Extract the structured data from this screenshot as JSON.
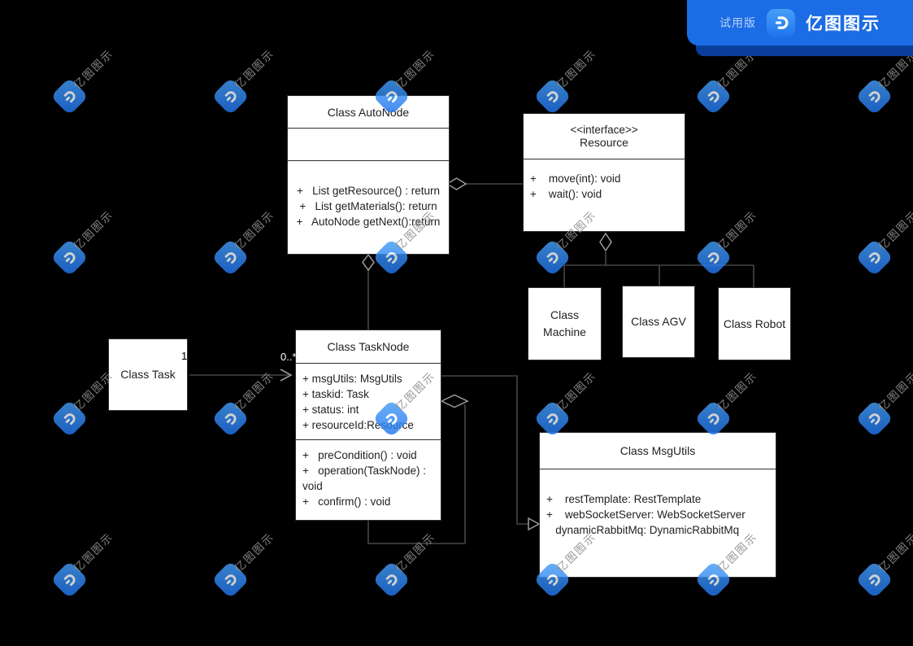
{
  "badge": {
    "trial_label": "试用版",
    "app_name": "亿图图示"
  },
  "watermark": {
    "text": "亿图图示"
  },
  "labels": {
    "task_multiplicity": "1",
    "tasknode_multiplicity": "0..*"
  },
  "classes": {
    "autonode": {
      "title": "Class AutoNode",
      "attributes": [],
      "methods": [
        "+   List getResource() : return",
        "+   List getMaterials(): return",
        "+   AutoNode getNext():return"
      ]
    },
    "resource": {
      "stereotype": "<<interface>>",
      "title": "Resource",
      "methods": [
        "+    move(int): void",
        "+    wait(): void"
      ]
    },
    "machine": {
      "title": "Class Machine"
    },
    "agv": {
      "title": "Class AGV"
    },
    "robot": {
      "title": "Class Robot"
    },
    "task": {
      "title": "Class Task"
    },
    "tasknode": {
      "title": "Class TaskNode",
      "attributes": [
        "+ msgUtils: MsgUtils",
        "+ taskid: Task",
        "+ status: int",
        "+ resourceId:Resource"
      ],
      "methods": [
        "+   preCondition() : void",
        "+   operation(TaskNode) :",
        "void",
        "+   confirm() : void"
      ]
    },
    "msgutils": {
      "title": "Class MsgUtils",
      "attributes": [
        "+    restTemplate: RestTemplate",
        "+    webSocketServer: WebSocketServer",
        "   dynamicRabbitMq: DynamicRabbitMq"
      ]
    }
  },
  "colors": {
    "accent_blue": "#1b6ce5",
    "badge_shadow_blue": "#0a3e9b",
    "icon_blue_light": "#47a0f7",
    "icon_blue_dark": "#1f72ec",
    "watermark_gray": "#8f8f8f",
    "box_bg": "#ffffff",
    "box_border": "#2e2e2e",
    "line_gray": "#464646",
    "shape_gray": "#9a9a9a",
    "canvas_bg": "#000000",
    "trial_text": "#b9d3fa"
  }
}
